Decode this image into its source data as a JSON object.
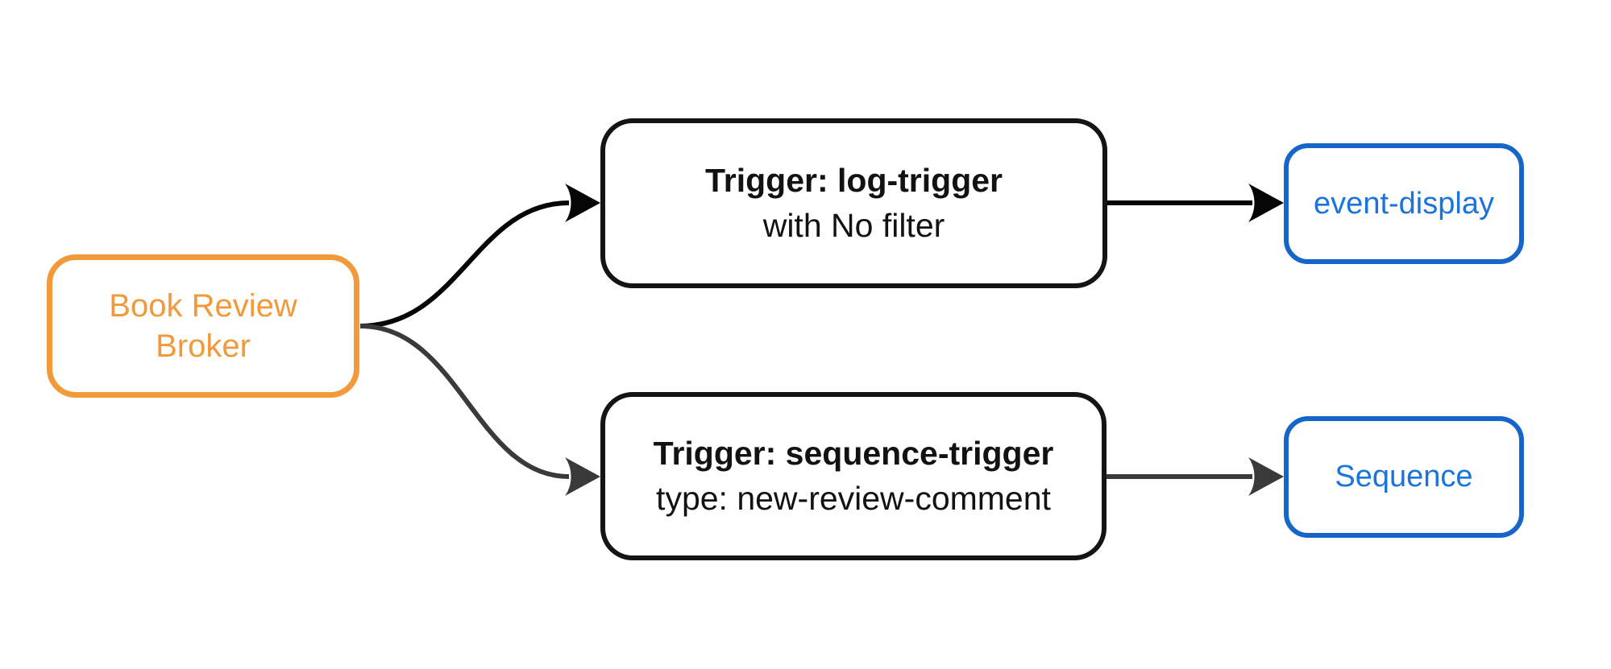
{
  "theme": {
    "background": "#ffffff",
    "orange": "#f2993a",
    "blue_border": "#1665c9",
    "blue_text": "#1b74db",
    "node_border": "#141414",
    "node_text": "#121212",
    "edge_black": "#060606",
    "edge_gray": "#3a3a3a"
  },
  "nodes": {
    "broker": {
      "label": "Book Review Broker"
    },
    "trigger_log": {
      "title": "Trigger: log-trigger",
      "subtitle": "with No filter"
    },
    "trigger_sequence": {
      "title": "Trigger: sequence-trigger",
      "subtitle": "type: new-review-comment"
    },
    "event_display": {
      "label": "event-display"
    },
    "sequence": {
      "label": "Sequence"
    }
  },
  "edges": [
    {
      "from": "Book Review Broker",
      "to": "Trigger: log-trigger",
      "style": "curved",
      "color": "#060606"
    },
    {
      "from": "Book Review Broker",
      "to": "Trigger: sequence-trigger",
      "style": "curved",
      "color": "#3a3a3a"
    },
    {
      "from": "Trigger: log-trigger",
      "to": "event-display",
      "style": "straight",
      "color": "#060606"
    },
    {
      "from": "Trigger: sequence-trigger",
      "to": "Sequence",
      "style": "straight",
      "color": "#3a3a3a"
    }
  ]
}
